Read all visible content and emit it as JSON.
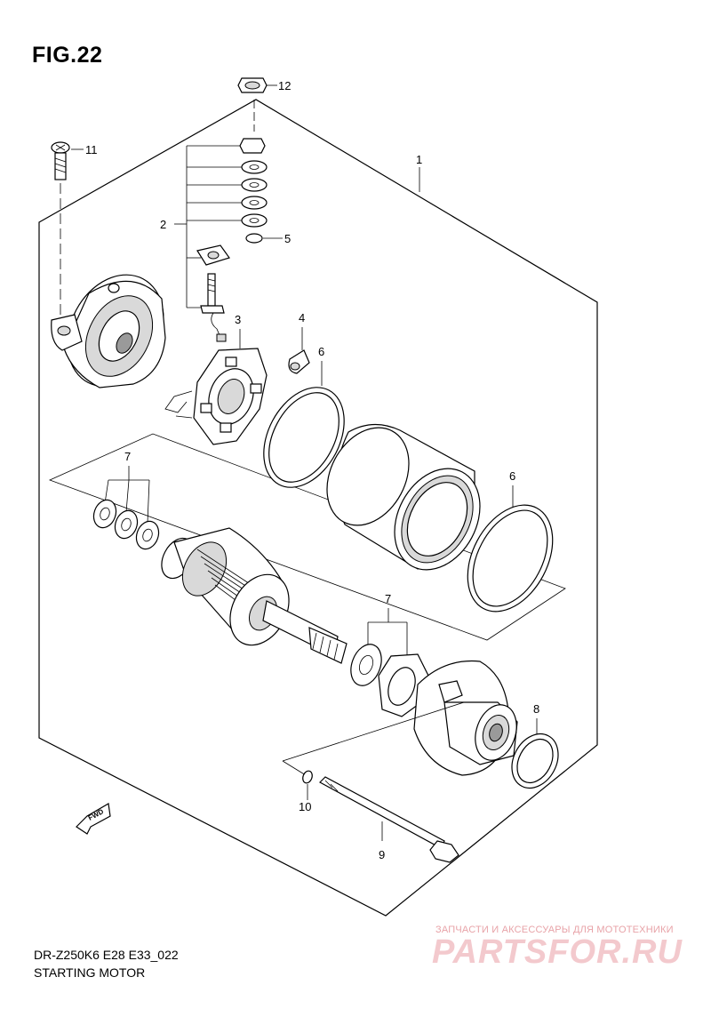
{
  "figure": {
    "title": "FIG.22",
    "model_code": "DR-Z250K6 E28 E33_022",
    "section_name": "STARTING MOTOR"
  },
  "callouts": {
    "c1": "1",
    "c2": "2",
    "c3": "3",
    "c4": "4",
    "c5": "5",
    "c6a": "6",
    "c6b": "6",
    "c7a": "7",
    "c7b": "7",
    "c8": "8",
    "c9": "9",
    "c10": "10",
    "c11": "11",
    "c12": "12"
  },
  "direction_marker": "FWD",
  "watermark": {
    "subtitle": "ЗАПЧАСТИ И АКСЕССУАРЫ ДЛЯ МОТОТЕХНИКИ",
    "brand": "PARTSFOR.RU"
  }
}
